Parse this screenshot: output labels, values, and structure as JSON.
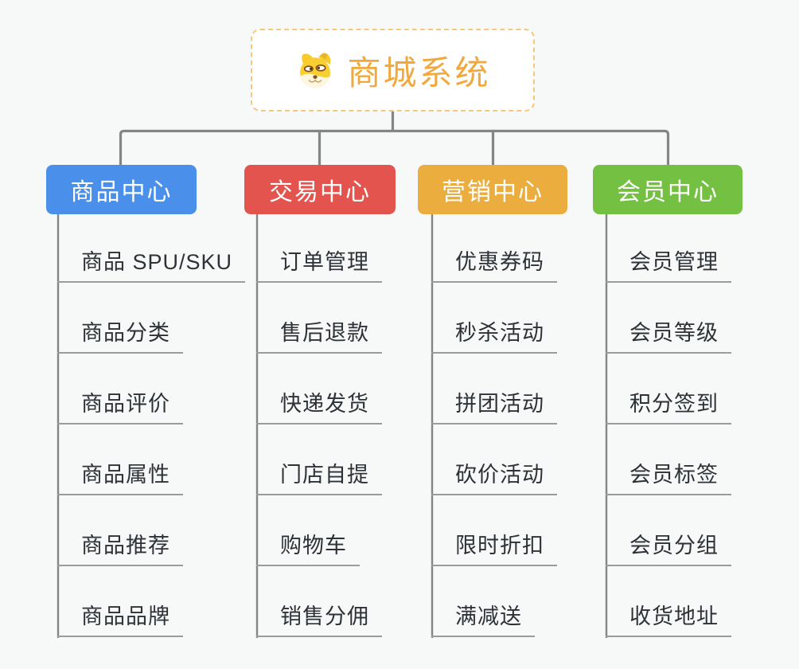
{
  "root": {
    "title": "商城系统",
    "icon": "dog-face-icon"
  },
  "branches": [
    {
      "id": "product-center",
      "label": "商品中心",
      "color": "#4A8FE9",
      "items": [
        "商品 SPU/SKU",
        "商品分类",
        "商品评价",
        "商品属性",
        "商品推荐",
        "商品品牌"
      ]
    },
    {
      "id": "trade-center",
      "label": "交易中心",
      "color": "#E4544F",
      "items": [
        "订单管理",
        "售后退款",
        "快递发货",
        "门店自提",
        "购物车",
        "销售分佣"
      ]
    },
    {
      "id": "marketing-center",
      "label": "营销中心",
      "color": "#EBAD3D",
      "items": [
        "优惠券码",
        "秒杀活动",
        "拼团活动",
        "砍价活动",
        "限时折扣",
        "满减送"
      ]
    },
    {
      "id": "member-center",
      "label": "会员中心",
      "color": "#74C043",
      "items": [
        "会员管理",
        "会员等级",
        "积分签到",
        "会员标签",
        "会员分组",
        "收货地址"
      ]
    }
  ],
  "colors": {
    "background": "#F7F8F8",
    "root_border": "#F6C77C",
    "root_title": "#F0A93F",
    "branch_text": "#FFFFFF",
    "connector": "#858585",
    "leaf_underline": "#9B9B9B",
    "leaf_text": "#2E3237"
  }
}
